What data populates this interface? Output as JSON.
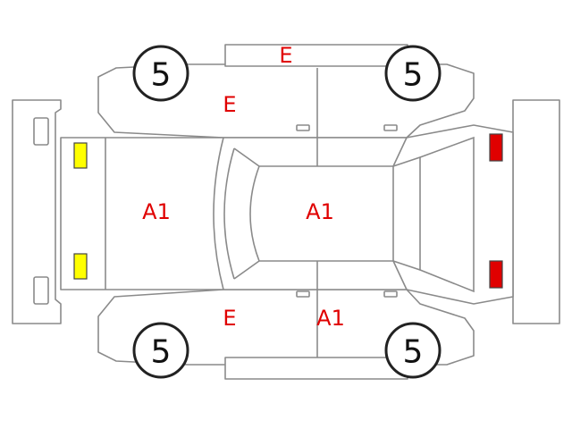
{
  "wheels": {
    "front_left": "5",
    "rear_left": "5",
    "front_right": "5",
    "rear_right": "5"
  },
  "damage_codes": {
    "hood": "A1",
    "roof": "A1",
    "right_rear_door": "A1",
    "left_side_top": "E",
    "left_front_pillar": "E",
    "right_front_pillar": "E"
  },
  "lamps": {
    "front": {
      "color": "#ffff00"
    },
    "rear": {
      "color": "#e00000"
    }
  }
}
